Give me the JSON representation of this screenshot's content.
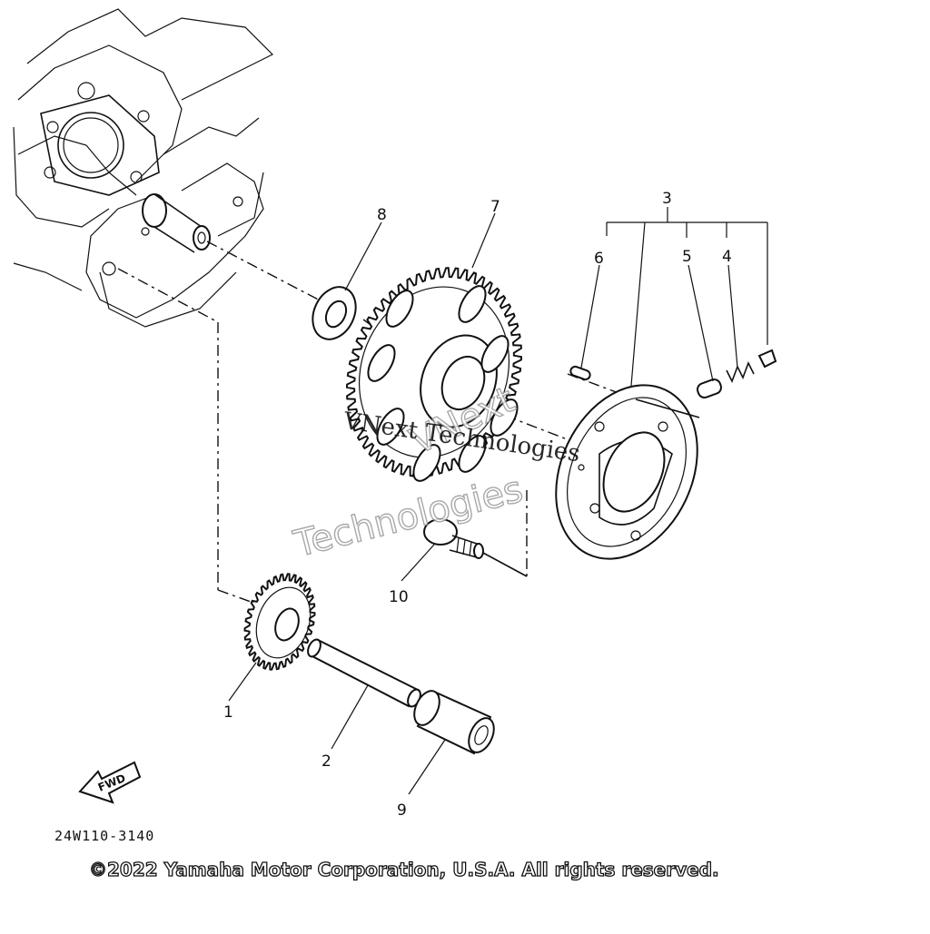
{
  "callouts": [
    {
      "id": "1",
      "text": "1"
    },
    {
      "id": "2",
      "text": "2"
    },
    {
      "id": "3",
      "text": "3"
    },
    {
      "id": "4",
      "text": "4"
    },
    {
      "id": "5",
      "text": "5"
    },
    {
      "id": "6",
      "text": "6"
    },
    {
      "id": "7",
      "text": "7"
    },
    {
      "id": "8",
      "text": "8"
    },
    {
      "id": "9",
      "text": "9"
    },
    {
      "id": "10",
      "text": "10"
    }
  ],
  "fwd_label": "FWD",
  "diagram_code": "24W110-3140",
  "watermark": {
    "large_line1": "VNext",
    "large_line2": "Technologies",
    "small": "VNext Technologies"
  },
  "copyright": "©2022 Yamaha Motor Corporation, U.S.A. All rights reserved."
}
